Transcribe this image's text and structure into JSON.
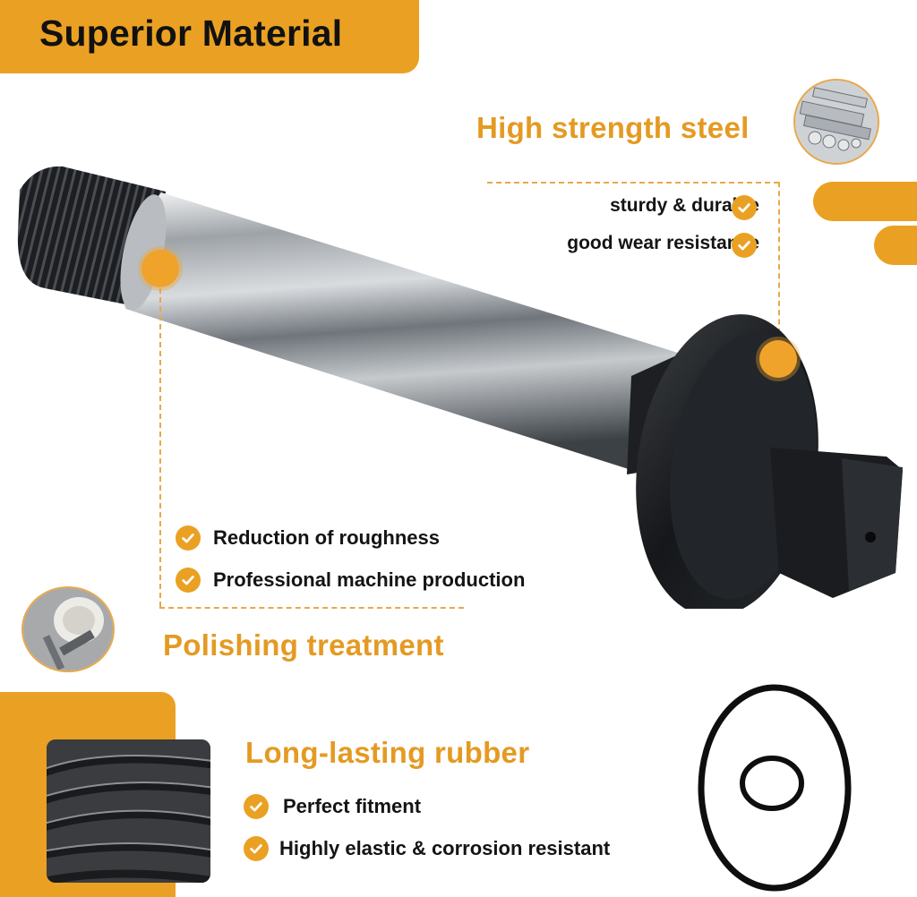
{
  "title": "Superior Material",
  "sections": {
    "steel": {
      "heading": "High strength steel",
      "features": [
        "sturdy & durable",
        "good wear resistance"
      ]
    },
    "polish": {
      "heading": "Polishing treatment",
      "features": [
        "Reduction of roughness",
        "Professional machine production"
      ]
    },
    "rubber": {
      "heading": "Long-lasting rubber",
      "features": [
        "Perfect fitment",
        "Highly elastic & corrosion resistant"
      ]
    }
  },
  "colors": {
    "accent": "#EAA123",
    "heading": "#E49A22",
    "text": "#141414"
  },
  "icons": [
    "check-icon",
    "steel-bars-thumbnail",
    "polishing-wheel-thumbnail",
    "rubber-coils-thumbnail",
    "shaft-image",
    "o-ring-image"
  ]
}
